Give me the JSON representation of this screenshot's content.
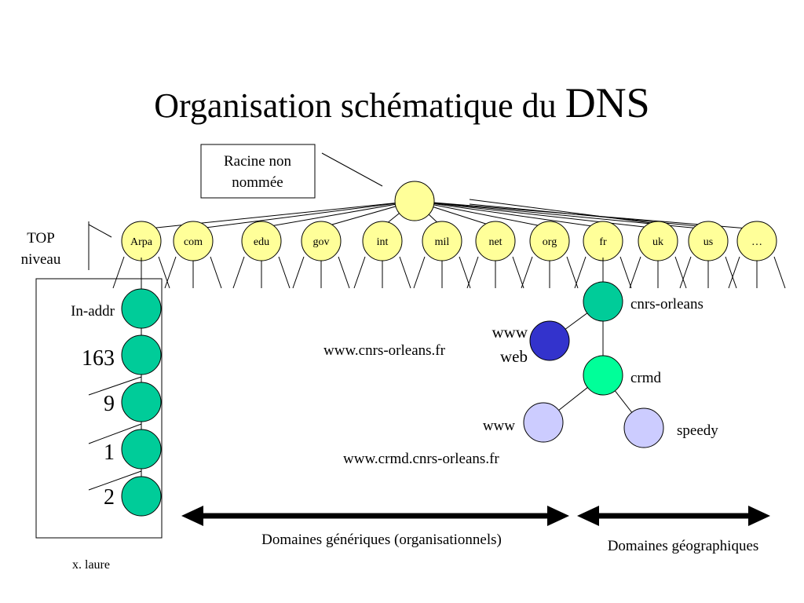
{
  "title": {
    "main": "Organisation schématique du",
    "emphasis": "DNS"
  },
  "root": {
    "label_line1": "Racine non",
    "label_line2": "nommée"
  },
  "top_level": {
    "label_line1": "TOP",
    "label_line2": "niveau"
  },
  "tld_nodes": [
    "Arpa",
    "com",
    "edu",
    "gov",
    "int",
    "mil",
    "net",
    "org",
    "fr",
    "uk",
    "us",
    "…"
  ],
  "reverse_branch": {
    "first_label": "In-addr",
    "octets": [
      "163",
      "9",
      "1",
      "2"
    ]
  },
  "fr_branch": {
    "cnrs": "cnrs-orleans",
    "www_line1": "www",
    "www_line2": "web",
    "www_fqdn": "www.cnrs-orleans.fr",
    "crmd": "crmd",
    "crmd_www": "www",
    "speedy": "speedy",
    "crmd_fqdn": "www.crmd.cnrs-orleans.fr"
  },
  "bottom": {
    "generic": "Domaines  génériques (organisationnels)",
    "geographic": "Domaines  géographiques",
    "author": "x. laure"
  },
  "colors": {
    "yellow_node": "#ffff99",
    "green_node": "#00cc99",
    "bright_green_node": "#00ff99",
    "blue_node": "#3333cc",
    "lavender_node": "#ccccff"
  }
}
